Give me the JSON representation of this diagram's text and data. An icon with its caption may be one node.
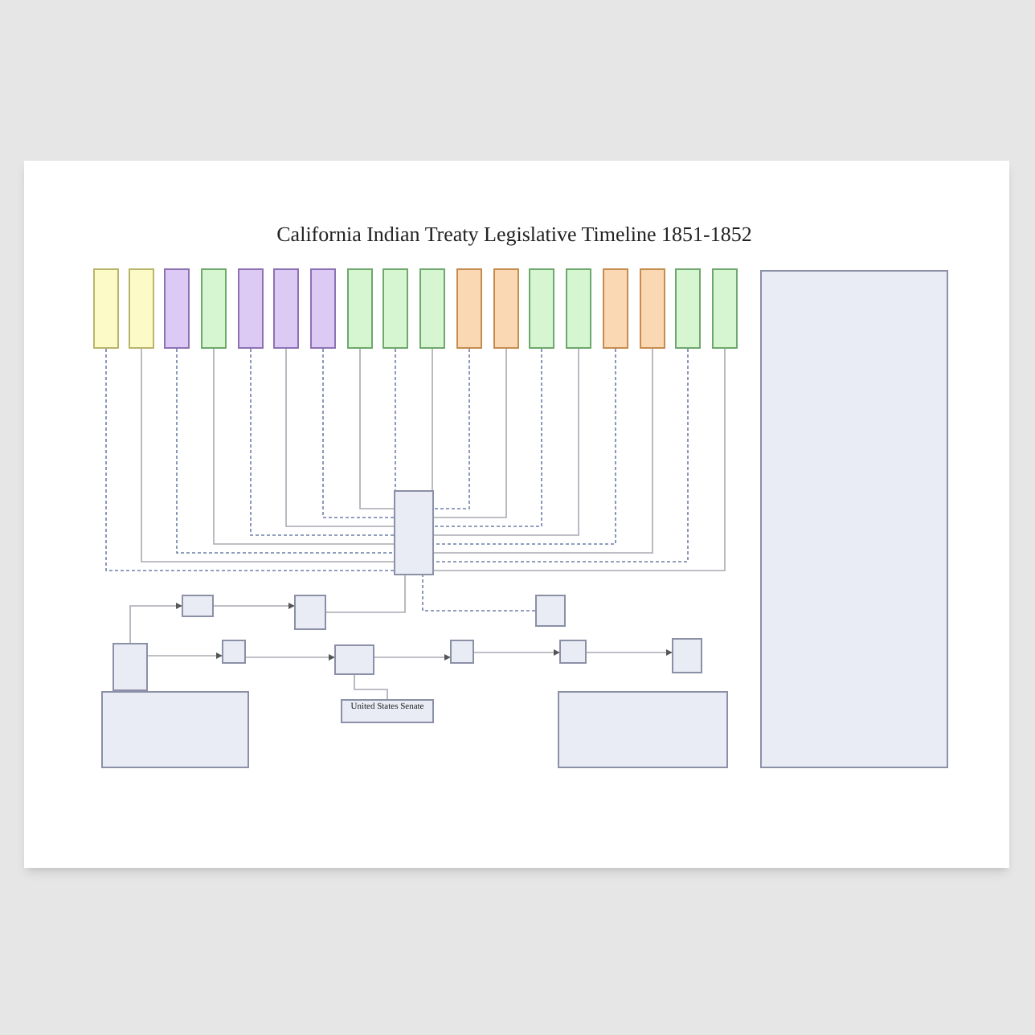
{
  "diagram": {
    "title": "California Indian Treaty Legislative Timeline 1851-1852",
    "nodes": [
      {
        "text": [],
        "shape": "box"
      },
      {
        "text": [],
        "shape": "box"
      },
      {
        "text": [],
        "shape": "box"
      },
      {
        "text": [],
        "shape": "box"
      },
      {
        "text": [],
        "shape": "box"
      },
      {
        "text": [],
        "shape": "box"
      },
      {
        "text": [],
        "shape": "box"
      },
      {
        "text": [],
        "shape": "box"
      },
      {
        "text": [],
        "shape": "box"
      },
      {
        "text": [],
        "shape": "box"
      },
      {
        "text": [],
        "shape": "box"
      },
      {
        "text": [],
        "shape": "box"
      },
      {
        "text": [],
        "shape": "box"
      },
      {
        "text": [],
        "shape": "box"
      },
      {
        "text": [],
        "shape": "box"
      },
      {
        "text": [],
        "shape": "box"
      },
      {
        "text": [],
        "shape": "box"
      },
      {
        "text": [],
        "shape": "box"
      },
      {
        "text": [],
        "shape": "box"
      },
      {
        "text": [],
        "shape": "box"
      },
      {
        "text": [],
        "shape": "box"
      },
      {
        "text": [],
        "shape": "box"
      },
      {
        "text": [],
        "shape": "box"
      },
      {
        "text": [],
        "shape": "box"
      },
      {
        "text": [],
        "shape": "box"
      },
      {
        "text": [],
        "shape": "box"
      },
      {
        "text": [],
        "shape": "box"
      },
      {
        "text": [],
        "shape": "box"
      },
      {
        "text": [
          "United States Senate"
        ]
      },
      {
        "text": [],
        "shape": "box"
      },
      {
        "text": [],
        "shape": "box"
      },
      {
        "text": [],
        "shape": "box"
      }
    ],
    "edges": [
      {
        "from": 0,
        "to": 18,
        "arrow": "none",
        "style": "dashed"
      },
      {
        "from": 1,
        "to": 18,
        "arrow": "none"
      },
      {
        "from": 2,
        "to": 18,
        "arrow": "none",
        "style": "dashed"
      },
      {
        "from": 3,
        "to": 18,
        "arrow": "none"
      },
      {
        "from": 4,
        "to": 18,
        "arrow": "none",
        "style": "dashed"
      },
      {
        "from": 5,
        "to": 18,
        "arrow": "none"
      },
      {
        "from": 6,
        "to": 18,
        "arrow": "none",
        "style": "dashed"
      },
      {
        "from": 7,
        "to": 18,
        "arrow": "none"
      },
      {
        "from": 8,
        "to": 18,
        "arrow": "none",
        "style": "dashed"
      },
      {
        "from": 9,
        "to": 18,
        "arrow": "none"
      },
      {
        "from": 10,
        "to": 18,
        "arrow": "none",
        "style": "dashed"
      },
      {
        "from": 11,
        "to": 18,
        "arrow": "none"
      },
      {
        "from": 12,
        "to": 18,
        "arrow": "none",
        "style": "dashed"
      },
      {
        "from": 13,
        "to": 18,
        "arrow": "none"
      },
      {
        "from": 14,
        "to": 18,
        "arrow": "none",
        "style": "dashed"
      },
      {
        "from": 15,
        "to": 18,
        "arrow": "none"
      },
      {
        "from": 16,
        "to": 18,
        "arrow": "none",
        "style": "dashed"
      },
      {
        "from": 17,
        "to": 18,
        "arrow": "none"
      },
      {
        "from": 22,
        "to": 19,
        "arrow": "to"
      },
      {
        "from": 19,
        "to": 20,
        "arrow": "to"
      },
      {
        "from": 20,
        "to": 18,
        "arrow": "none"
      },
      {
        "from": 21,
        "to": 18,
        "arrow": "none",
        "style": "dashed"
      },
      {
        "from": 22,
        "to": 23,
        "arrow": "to"
      },
      {
        "from": 23,
        "to": 24,
        "arrow": "to"
      },
      {
        "from": 24,
        "to": 25,
        "arrow": "to"
      },
      {
        "from": 25,
        "to": 26,
        "arrow": "to"
      },
      {
        "from": 26,
        "to": 27,
        "arrow": "to"
      },
      {
        "from": 24,
        "to": 28,
        "arrow": "none"
      }
    ]
  }
}
